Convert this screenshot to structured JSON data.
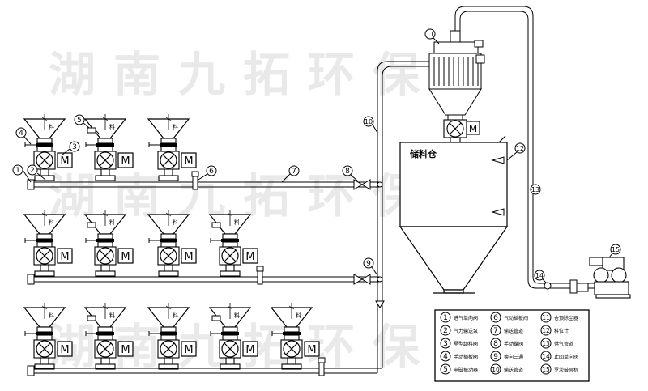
{
  "watermark": {
    "text_top": "湖南九拓环保",
    "text_middle": "湖南九拓环保",
    "text_bottom": "湖南九拓环保"
  },
  "labels": {
    "silo": "储料仓",
    "hopper": "料",
    "motor": "M"
  },
  "callouts": [
    "1",
    "2",
    "3",
    "4",
    "5",
    "6",
    "7",
    "8",
    "9",
    "10",
    "11",
    "12",
    "13",
    "14",
    "15"
  ],
  "legend": {
    "items": [
      {
        "num": "1",
        "text": "进气单向阀"
      },
      {
        "num": "2",
        "text": "气力输送泵"
      },
      {
        "num": "3",
        "text": "星型卸料阀"
      },
      {
        "num": "4",
        "text": "手动插板阀"
      },
      {
        "num": "5",
        "text": "电磁振动器"
      },
      {
        "num": "6",
        "text": "气动插板阀"
      },
      {
        "num": "7",
        "text": "输送管道"
      },
      {
        "num": "8",
        "text": "手动蝶阀"
      },
      {
        "num": "9",
        "text": "换向三通"
      },
      {
        "num": "10",
        "text": "输送管道"
      },
      {
        "num": "11",
        "text": "仓顶除尘器"
      },
      {
        "num": "12",
        "text": "料位计"
      },
      {
        "num": "13",
        "text": "供气管道"
      },
      {
        "num": "14",
        "text": "止回单向阀"
      },
      {
        "num": "15",
        "text": "罗茨鼓风机"
      }
    ]
  }
}
